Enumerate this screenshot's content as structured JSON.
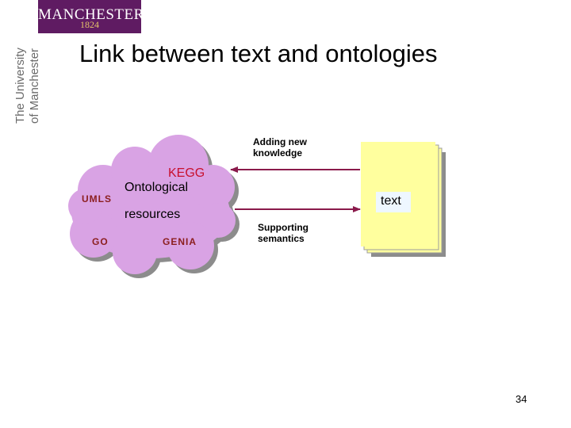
{
  "logo": {
    "name": "MANCHESTER",
    "year": "1824"
  },
  "university": {
    "line1": "The University",
    "line2": "of Manchester"
  },
  "slide": {
    "title": "Link between text and ontologies",
    "number": "34"
  },
  "cloud": {
    "kegg": "KEGG",
    "umls": "UMLS",
    "ontological": "Ontological",
    "resources": "resources",
    "go": "GO",
    "genia": "GENIA"
  },
  "arrows": {
    "top_line1": "Adding new",
    "top_line2": "knowledge",
    "bottom_line1": "Supporting",
    "bottom_line2": "semantics"
  },
  "document": {
    "label": "text"
  },
  "colors": {
    "brand": "#5f1b62",
    "cloud": "#d9a3e4",
    "document": "#ffff9e",
    "arrow": "#8a1a4b",
    "kegg": "#c8102e"
  }
}
